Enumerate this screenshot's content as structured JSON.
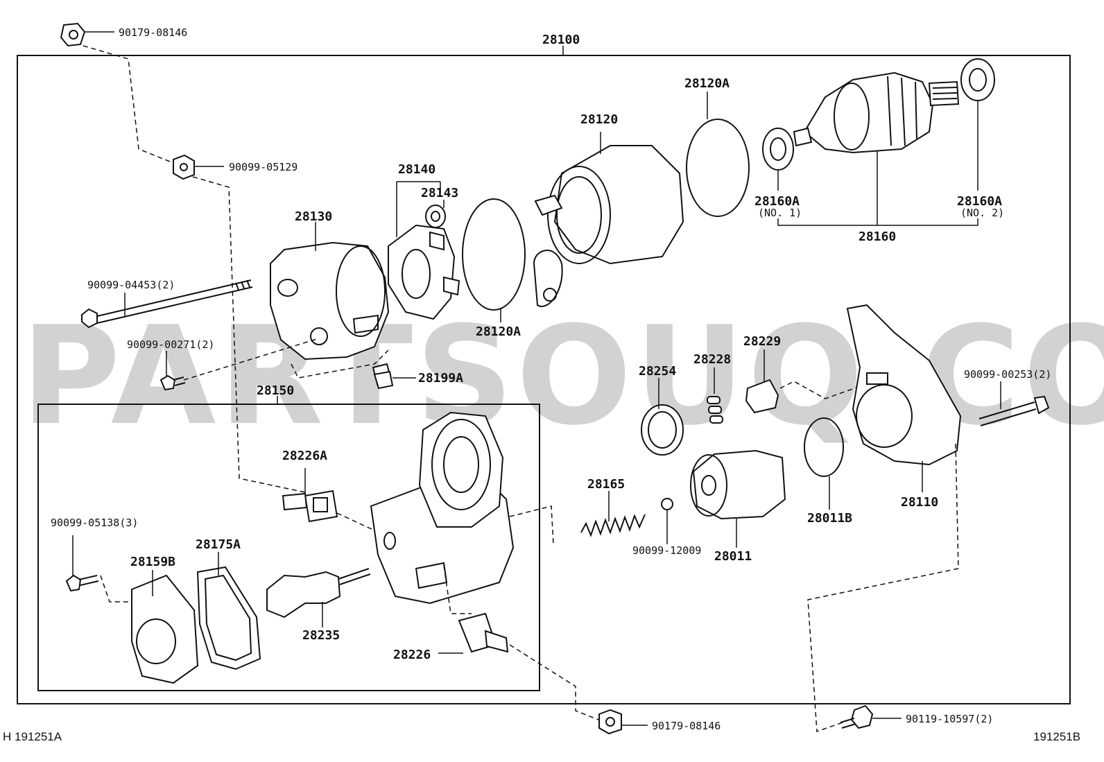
{
  "watermark": "PARTSOUQ.COM",
  "diagram_codes": {
    "left": "H 191251A",
    "right": "191251B"
  },
  "parts": {
    "p28100": "28100",
    "p90179_top": "90179-08146",
    "p90099_05129": "90099-05129",
    "p28120A_top": "28120A",
    "p28120": "28120",
    "p28140": "28140",
    "p28143": "28143",
    "p28130": "28130",
    "p28160A_no1": "28160A",
    "p28160A_no1_sub": "(NO. 1)",
    "p28160A_no2": "28160A",
    "p28160A_no2_sub": "(NO. 2)",
    "p28160": "28160",
    "p90099_04453": "90099-04453(2)",
    "p90099_00271": "90099-00271(2)",
    "p28120A_bottom": "28120A",
    "p28199A": "28199A",
    "p28150": "28150",
    "p28254": "28254",
    "p28228": "28228",
    "p28229": "28229",
    "p90099_00253": "90099-00253(2)",
    "p28226A": "28226A",
    "p28165": "28165",
    "p28110": "28110",
    "p28011B": "28011B",
    "p90099_05138": "90099-05138(3)",
    "p28175A": "28175A",
    "p28159B": "28159B",
    "p90099_12009": "90099-12009",
    "p28011": "28011",
    "p28235": "28235",
    "p28226": "28226",
    "p90179_bottom": "90179-08146",
    "p90119_10597": "90119-10597(2)"
  }
}
